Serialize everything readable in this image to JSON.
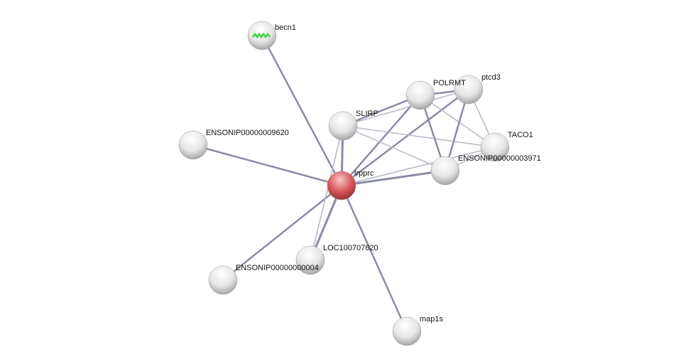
{
  "network": {
    "query_node": "lrpprc",
    "colors": {
      "query": "#d9575a",
      "node": "#e8e8e8",
      "edge": "#8a8ca4",
      "edge_light": "#b9bbcb",
      "domain_icon": "#3fd63f"
    },
    "nodes": [
      {
        "id": "becn1",
        "label": "becn1",
        "has_structure_icon": true
      },
      {
        "id": "ensonip9620",
        "label": "ENSONIP00000009620"
      },
      {
        "id": "slirp",
        "label": "SLIRP"
      },
      {
        "id": "polrmt",
        "label": "POLRMT"
      },
      {
        "id": "ptcd3",
        "label": "ptcd3"
      },
      {
        "id": "taco1",
        "label": "TACO1"
      },
      {
        "id": "ensonip3971",
        "label": "ENSONIP00000003971"
      },
      {
        "id": "lrpprc",
        "label": "lrpprc",
        "query": true
      },
      {
        "id": "loc",
        "label": "LOC100707620"
      },
      {
        "id": "ensonip4",
        "label": "ENSONIP00000000004"
      },
      {
        "id": "map1s",
        "label": "map1s"
      }
    ],
    "edges": [
      [
        "lrpprc",
        "becn1",
        2
      ],
      [
        "lrpprc",
        "ensonip9620",
        2
      ],
      [
        "lrpprc",
        "slirp",
        3
      ],
      [
        "lrpprc",
        "polrmt",
        2
      ],
      [
        "lrpprc",
        "ptcd3",
        2
      ],
      [
        "lrpprc",
        "ensonip3971",
        3
      ],
      [
        "lrpprc",
        "taco1",
        1
      ],
      [
        "lrpprc",
        "loc",
        3
      ],
      [
        "lrpprc",
        "ensonip4",
        2
      ],
      [
        "lrpprc",
        "map1s",
        2
      ],
      [
        "slirp",
        "loc",
        1
      ],
      [
        "slirp",
        "polrmt",
        2
      ],
      [
        "slirp",
        "ptcd3",
        1
      ],
      [
        "slirp",
        "taco1",
        1
      ],
      [
        "slirp",
        "ensonip3971",
        1
      ],
      [
        "polrmt",
        "ptcd3",
        2
      ],
      [
        "polrmt",
        "ensonip3971",
        2
      ],
      [
        "polrmt",
        "taco1",
        1
      ],
      [
        "ptcd3",
        "ensonip3971",
        2
      ],
      [
        "ptcd3",
        "taco1",
        1
      ],
      [
        "ensonip3971",
        "taco1",
        1
      ]
    ]
  }
}
